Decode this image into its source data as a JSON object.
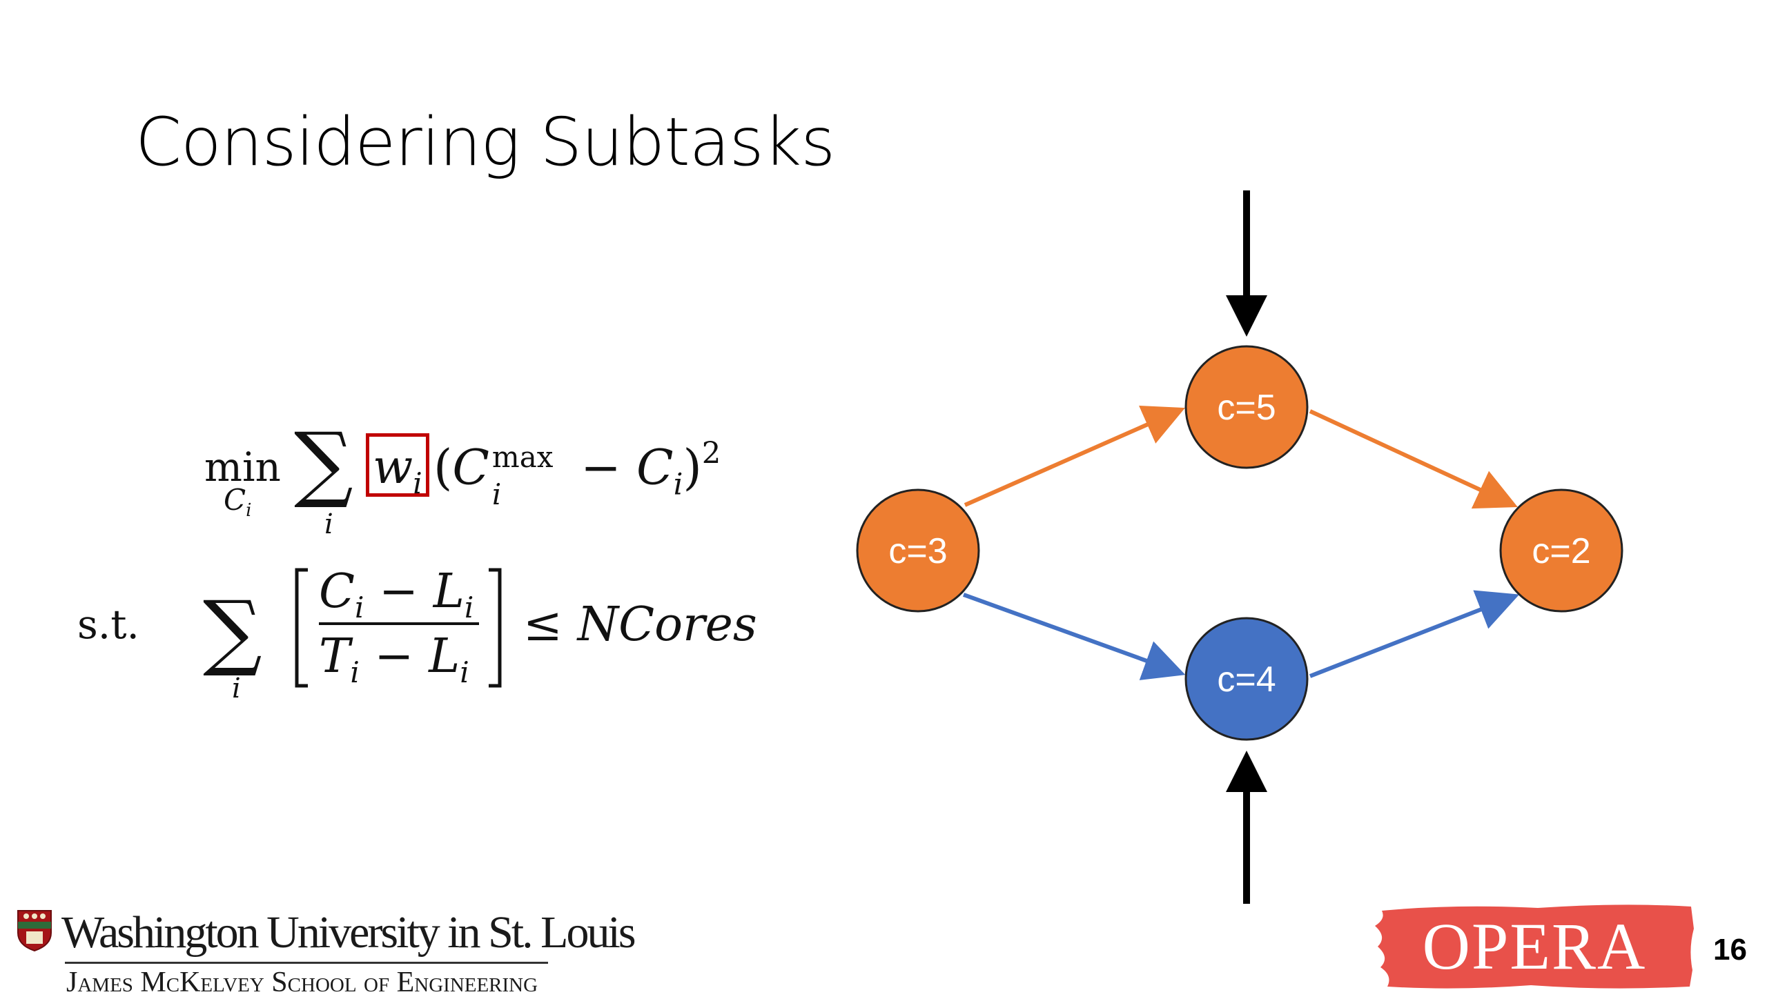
{
  "slide": {
    "title": "Considering Subtasks",
    "page_number": "16"
  },
  "objective": {
    "min": "min",
    "min_sub": "C",
    "min_sub_index": "i",
    "sum_symbol": "∑",
    "sum_index": "i",
    "weight": "w",
    "weight_index": "i",
    "open_paren": "(",
    "cmax_base": "C",
    "cmax_sup": "max",
    "cmax_sub": "i",
    "minus": " − ",
    "ci_base": "C",
    "ci_sub": "i",
    "close_paren": ")",
    "square": "2"
  },
  "constraint": {
    "st": "s.t.",
    "sum_symbol": "∑",
    "sum_index": "i",
    "num_c": "C",
    "num_c_sub": "i",
    "num_minus": " − ",
    "num_l": "L",
    "num_l_sub": "i",
    "den_t": "T",
    "den_t_sub": "i",
    "den_minus": " − ",
    "den_l": "L",
    "den_l_sub": "i",
    "leq": "≤",
    "rhs": "NCores"
  },
  "graph": {
    "nodes": [
      {
        "label": "c=3",
        "color": "#ed7d31"
      },
      {
        "label": "c=5",
        "color": "#ed7d31"
      },
      {
        "label": "c=4",
        "color": "#4472c4"
      },
      {
        "label": "c=2",
        "color": "#ed7d31"
      }
    ],
    "edge_colors": {
      "orange": "#ed7d31",
      "blue": "#4472c4",
      "black": "#000000"
    },
    "highlight_color": "#c00000"
  },
  "footer": {
    "university": "Washington University in St. Louis",
    "school": "James McKelvey School of Engineering",
    "lab_logo": "OPERA",
    "lab_logo_color": "#e8514a"
  }
}
